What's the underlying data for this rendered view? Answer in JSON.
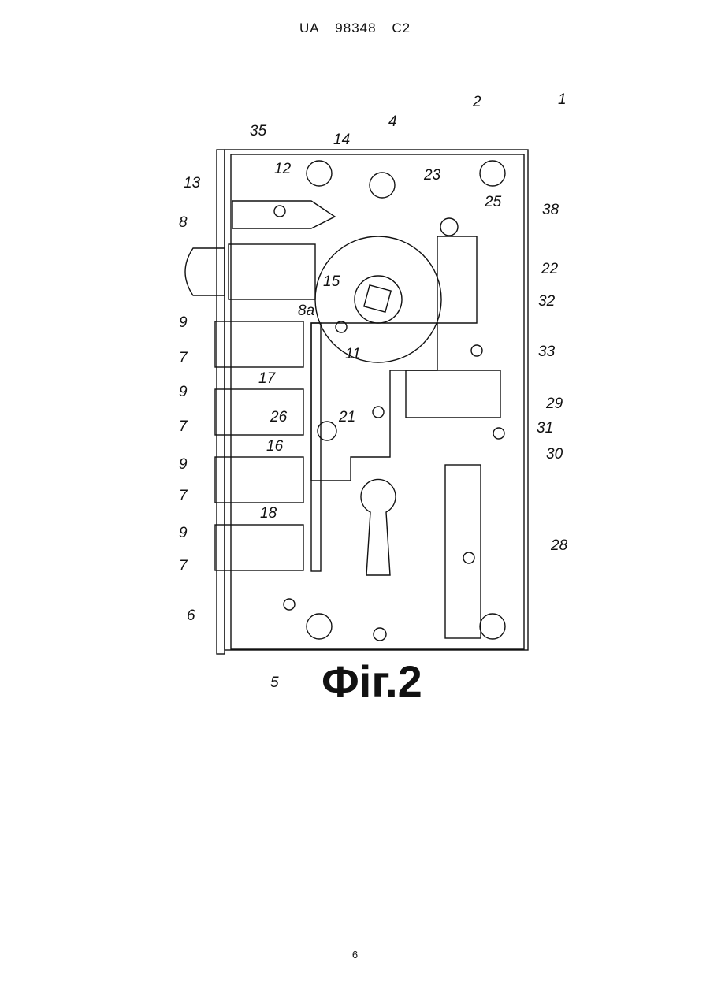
{
  "header": {
    "country": "UA",
    "number": "98348",
    "kind": "C2"
  },
  "figure": {
    "caption": "Фіг.2",
    "labels": [
      "1",
      "2",
      "4",
      "35",
      "14",
      "12",
      "23",
      "25",
      "13",
      "38",
      "8",
      "22",
      "15",
      "8a",
      "32",
      "9",
      "11",
      "33",
      "7",
      "17",
      "29",
      "9",
      "26",
      "21",
      "7",
      "31",
      "16",
      "30",
      "9",
      "18",
      "28",
      "7",
      "9",
      "7",
      "6",
      "5"
    ]
  },
  "page_number": "6"
}
